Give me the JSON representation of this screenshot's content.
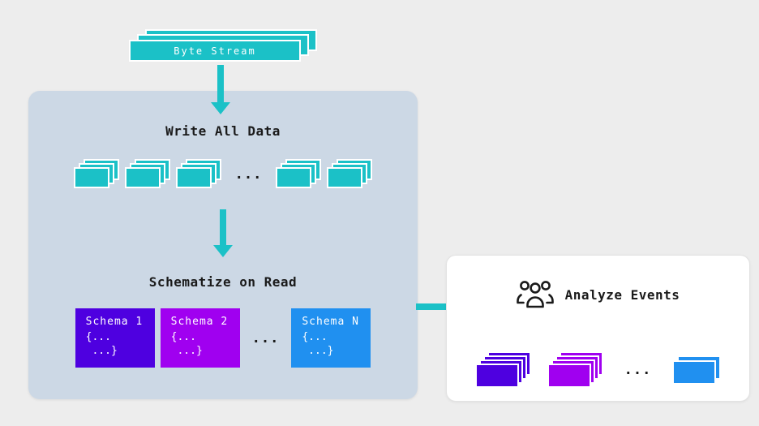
{
  "colors": {
    "background": "#ededed",
    "teal": "#1bc1c7",
    "panel_bg": "#ccd8e5",
    "card_bg": "#ffffff",
    "schema1_bg": "#4e00e0",
    "schema2_bg": "#a000f0",
    "schemaN_bg": "#2090f0",
    "text": "#1a1a1a",
    "label_text": "#ffffff"
  },
  "byte_stream": {
    "label": "Byte Stream"
  },
  "write_section": {
    "title": "Write All Data",
    "ellipsis": "..."
  },
  "schematize_section": {
    "title": "Schematize on Read",
    "ellipsis": "...",
    "schemas": [
      {
        "label": "Schema 1",
        "code": "{...\n ...}"
      },
      {
        "label": "Schema 2",
        "code": "{...\n ...}"
      },
      {
        "label": "Schema N",
        "code": "{...\n ...}"
      }
    ]
  },
  "analyze_card": {
    "title": "Analyze Events",
    "ellipsis": "..."
  },
  "icons": {
    "analyze": "people-group-icon"
  }
}
